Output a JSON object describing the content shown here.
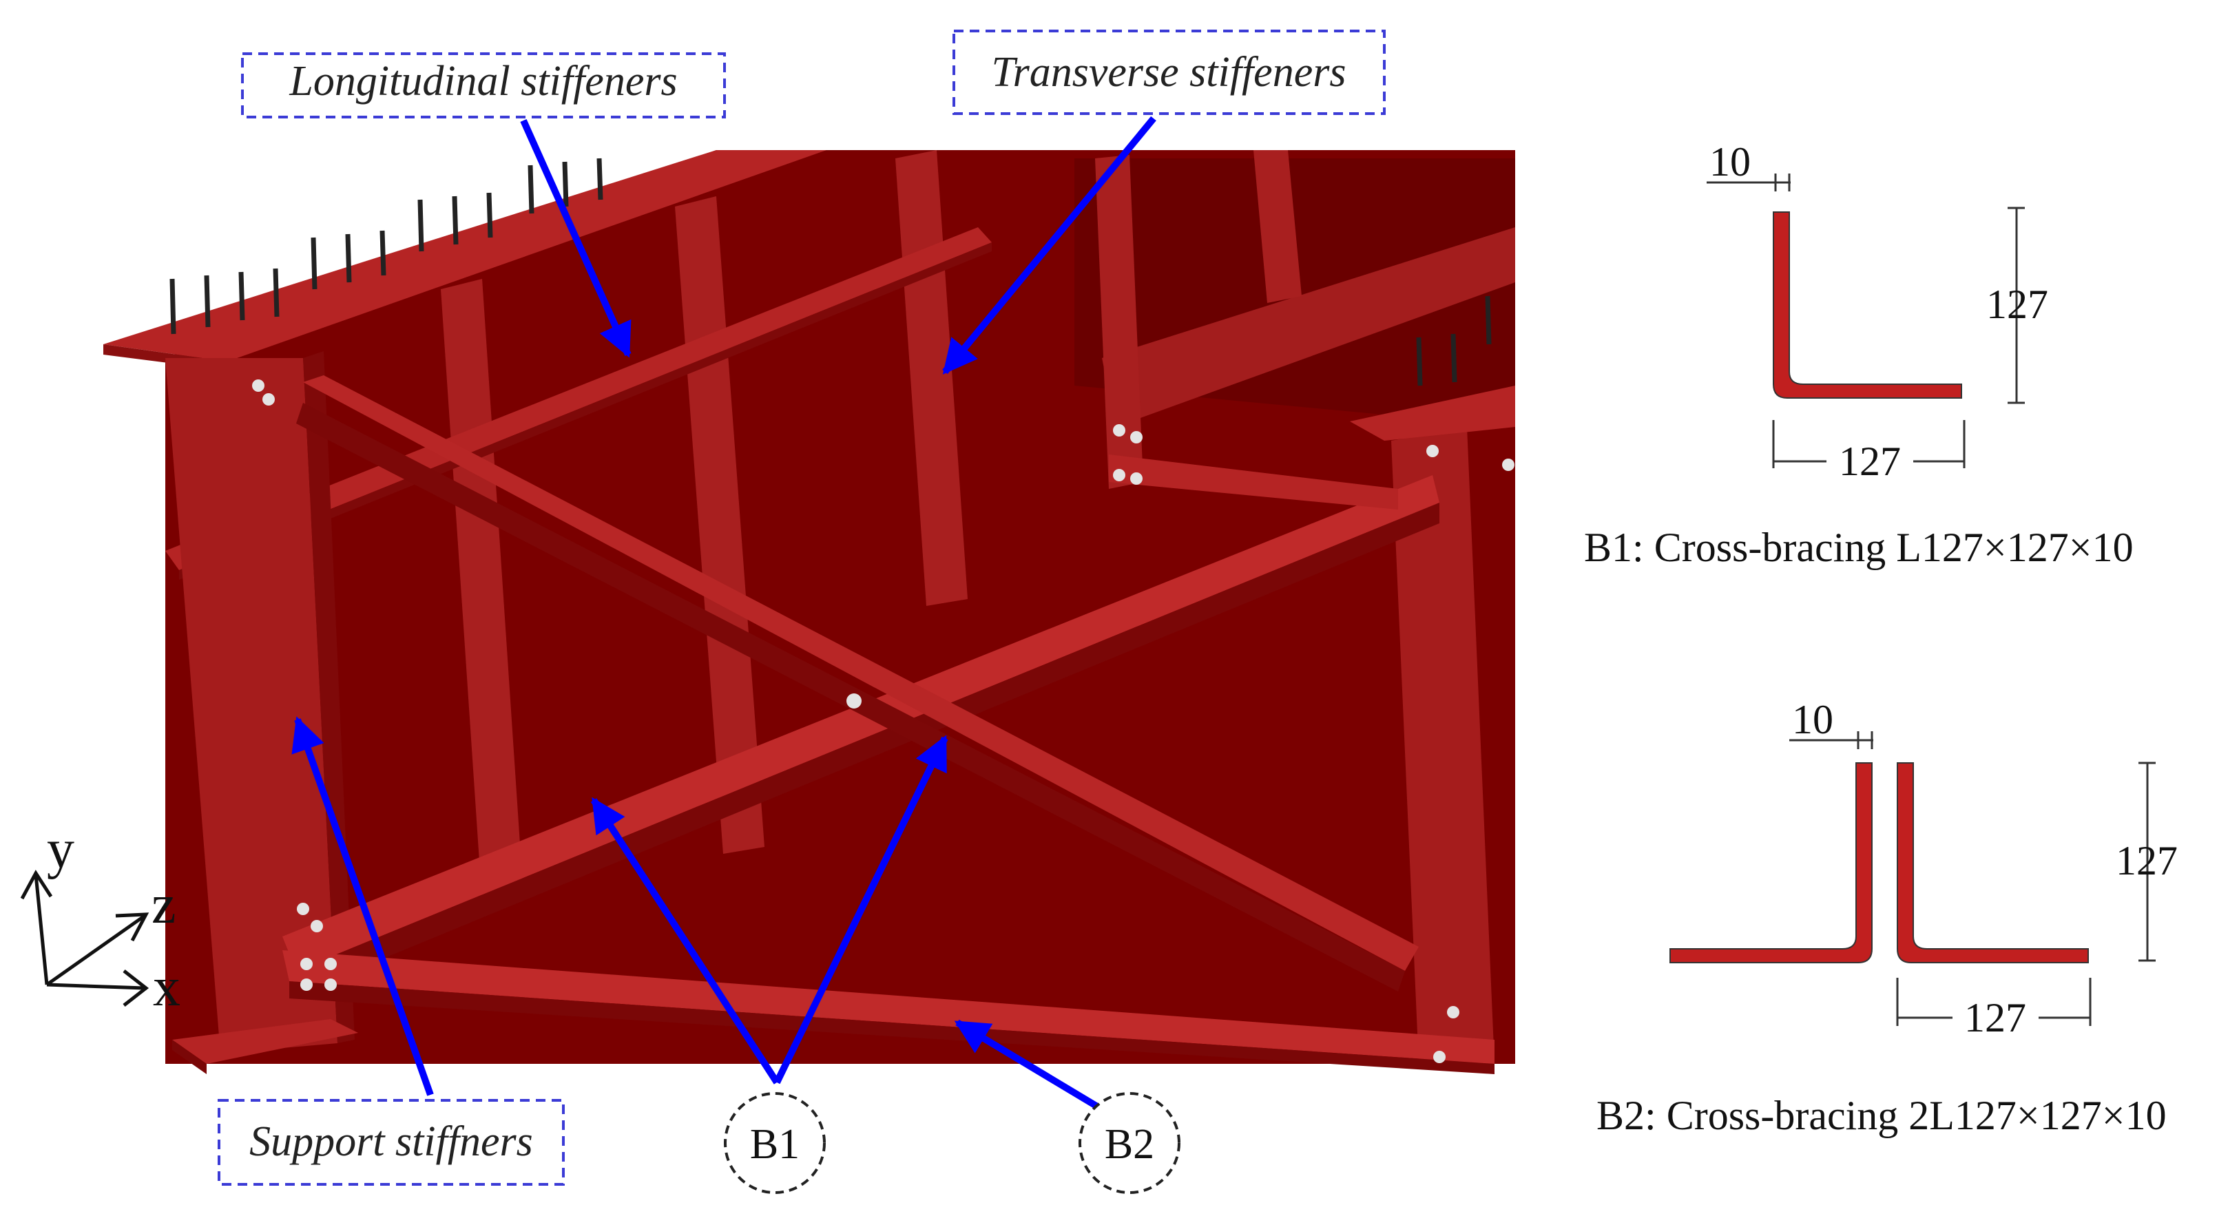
{
  "callouts": {
    "longitudinal": "Longitudinal stiffeners",
    "transverse": "Transverse stiffeners",
    "support": "Support stiffners"
  },
  "markers": {
    "b1": "B1",
    "b2": "B2"
  },
  "axes": {
    "y": "y",
    "z": "z",
    "x": "x"
  },
  "section_b1": {
    "thickness": "10",
    "height": "127",
    "width": "127",
    "caption": "B1: Cross-bracing L127×127×10"
  },
  "section_b2": {
    "thickness": "10",
    "height": "127",
    "width": "127",
    "caption": "B2: Cross-bracing 2L127×127×10"
  },
  "colors": {
    "steel_dark": "#7a0000",
    "steel_mid": "#9e1a1a",
    "steel_light": "#b52424",
    "arrow": "#0000ff",
    "callout_border": "#3b3bd6",
    "section_fill": "#c11f1f"
  }
}
